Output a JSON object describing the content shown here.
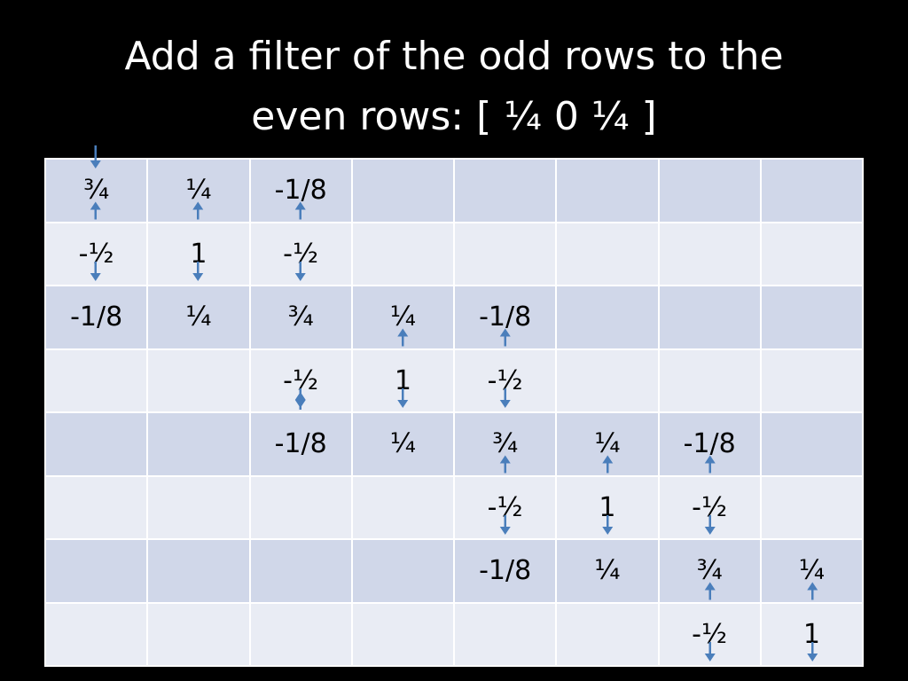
{
  "title": {
    "line1": "Add a filter of the odd rows to the",
    "line2": "even rows: [ ¼ 0 ¼ ]"
  },
  "grid": {
    "rows": [
      [
        "¾",
        "¼",
        "-1/8",
        "",
        "",
        "",
        "",
        ""
      ],
      [
        "-½",
        "1",
        "-½",
        "",
        "",
        "",
        "",
        ""
      ],
      [
        "-1/8",
        "¼",
        "¾",
        "¼",
        "-1/8",
        "",
        "",
        ""
      ],
      [
        "",
        "",
        "-½",
        "1",
        "-½",
        "",
        "",
        ""
      ],
      [
        "",
        "",
        "-1/8",
        "¼",
        "¾",
        "¼",
        "-1/8",
        ""
      ],
      [
        "",
        "",
        "",
        "",
        "-½",
        "1",
        "-½",
        ""
      ],
      [
        "",
        "",
        "",
        "",
        "-1/8",
        "¼",
        "¾",
        "¼"
      ],
      [
        "",
        "",
        "",
        "",
        "",
        "",
        "-½",
        "1"
      ]
    ]
  },
  "colors": {
    "background": "#000000",
    "title_text": "#ffffff",
    "row_band_dark": "#d0d7e9",
    "row_band_light": "#e9ecf4",
    "arrow": "#4a7ebb"
  },
  "arrows": [
    {
      "col": 0,
      "row": 0,
      "dir": "down-into-top"
    },
    {
      "col": 0,
      "row": 0,
      "dir": "up"
    },
    {
      "col": 0,
      "row": 1,
      "dir": "down"
    },
    {
      "col": 1,
      "row": 0,
      "dir": "up"
    },
    {
      "col": 1,
      "row": 1,
      "dir": "down"
    },
    {
      "col": 2,
      "row": 0,
      "dir": "up"
    },
    {
      "col": 2,
      "row": 1,
      "dir": "down"
    },
    {
      "col": 2,
      "row": 3,
      "dir": "up"
    },
    {
      "col": 2,
      "row": 3,
      "dir": "down"
    },
    {
      "col": 3,
      "row": 2,
      "dir": "up"
    },
    {
      "col": 3,
      "row": 3,
      "dir": "down"
    },
    {
      "col": 4,
      "row": 2,
      "dir": "up"
    },
    {
      "col": 4,
      "row": 3,
      "dir": "down"
    },
    {
      "col": 4,
      "row": 4,
      "dir": "up"
    },
    {
      "col": 4,
      "row": 5,
      "dir": "down"
    },
    {
      "col": 5,
      "row": 4,
      "dir": "up"
    },
    {
      "col": 5,
      "row": 5,
      "dir": "down"
    },
    {
      "col": 6,
      "row": 4,
      "dir": "up"
    },
    {
      "col": 6,
      "row": 5,
      "dir": "down"
    },
    {
      "col": 6,
      "row": 6,
      "dir": "up"
    },
    {
      "col": 6,
      "row": 7,
      "dir": "down"
    },
    {
      "col": 7,
      "row": 6,
      "dir": "up"
    },
    {
      "col": 7,
      "row": 7,
      "dir": "down"
    }
  ]
}
